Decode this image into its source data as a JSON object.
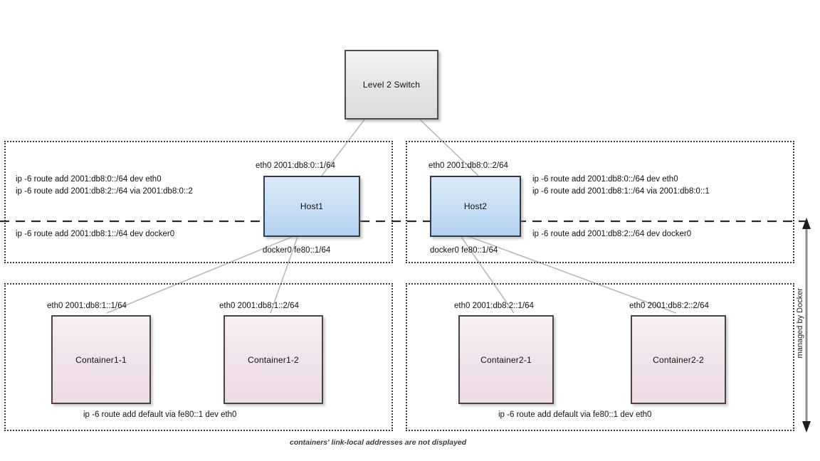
{
  "diagram": {
    "title_note": "containers' link-local addresses are not displayed",
    "bracket_label": "managed by Docker",
    "colors": {
      "switch_fill": "#e4e4e4",
      "host_fill": "#c4dcf4",
      "container_fill": "#f0e2ea",
      "line": "#b9b9b9",
      "frame": "#3a3a3a"
    }
  },
  "switch": {
    "label": "Level 2 Switch"
  },
  "hosts": [
    {
      "name": "Host1",
      "eth0_label": "eth0 2001:db8:0::1/64",
      "docker0_label": "docker0 fe80::1/64",
      "routes_above": [
        "ip -6 route add 2001:db8:0::/64 dev eth0",
        "ip -6 route add 2001:db8:2::/64 via  2001:db8:0::2"
      ],
      "routes_below": [
        "ip -6 route add 2001:db8:1::/64 dev docker0"
      ]
    },
    {
      "name": "Host2",
      "eth0_label": "eth0 2001:db8:0::2/64",
      "docker0_label": "docker0 fe80::1/64",
      "routes_above": [
        "ip -6 route add 2001:db8:0::/64 dev eth0",
        "ip -6 route add 2001:db8:1::/64 via  2001:db8:0::1"
      ],
      "routes_below": [
        "ip -6 route add 2001:db8:2::/64 dev docker0"
      ]
    }
  ],
  "container_groups": [
    {
      "default_route": "ip -6 route add default via fe80::1 dev eth0",
      "containers": [
        {
          "name": "Container1-1",
          "eth0_label": "eth0 2001:db8:1::1/64"
        },
        {
          "name": "Container1-2",
          "eth0_label": "eth0 2001:db8:1::2/64"
        }
      ]
    },
    {
      "default_route": "ip -6 route add default via fe80::1 dev eth0",
      "containers": [
        {
          "name": "Container2-1",
          "eth0_label": "eth0 2001:db8:2::1/64"
        },
        {
          "name": "Container2-2",
          "eth0_label": "eth0 2001:db8:2::2/64"
        }
      ]
    }
  ]
}
